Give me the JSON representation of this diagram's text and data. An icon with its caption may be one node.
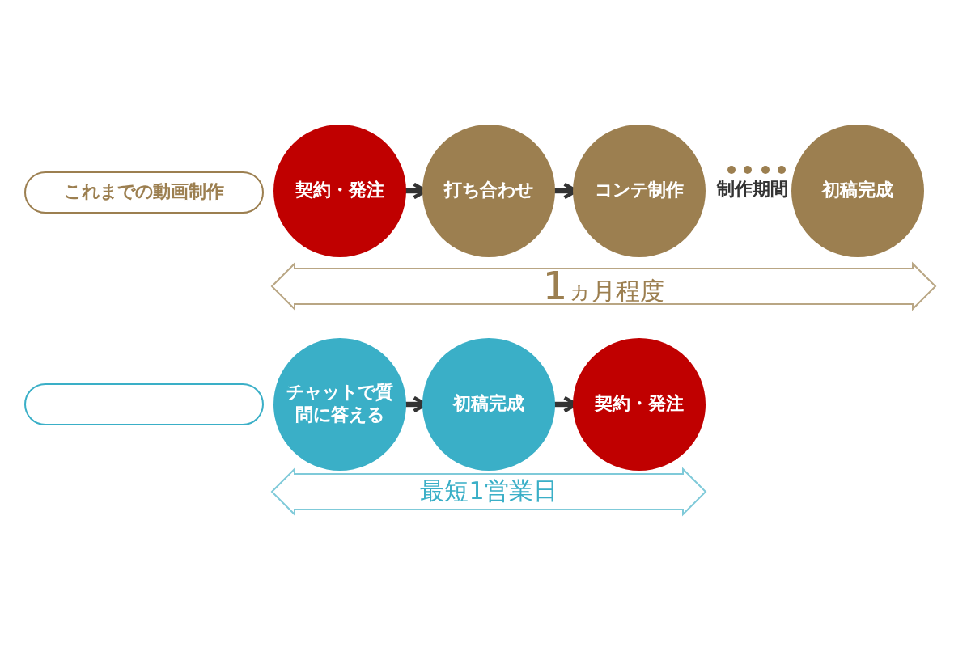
{
  "diagram": {
    "nodes": [
      {
        "text": [
          "これまでの動画制作"
        ]
      },
      {
        "text": [
          "契約・発注"
        ]
      },
      {
        "text": [
          "打ち合わせ"
        ]
      },
      {
        "text": [
          "コンテ制作"
        ]
      },
      {
        "text": [
          "初稿完成"
        ]
      },
      {
        "text": [],
        "shape": "box"
      },
      {
        "text": [
          "チャットで質問に答える"
        ]
      },
      {
        "text": [
          "初稿完成"
        ]
      },
      {
        "text": [
          "契約・発注"
        ]
      }
    ],
    "edges": [
      {
        "from": 1,
        "to": 2,
        "arrow": "to"
      },
      {
        "from": 2,
        "to": 3,
        "arrow": "to"
      },
      {
        "from": 6,
        "to": 7,
        "arrow": "to"
      },
      {
        "from": 7,
        "to": 8,
        "arrow": "to"
      }
    ],
    "labels": [
      "制作期間",
      "1ヵ月程度",
      "最短1営業日"
    ]
  }
}
